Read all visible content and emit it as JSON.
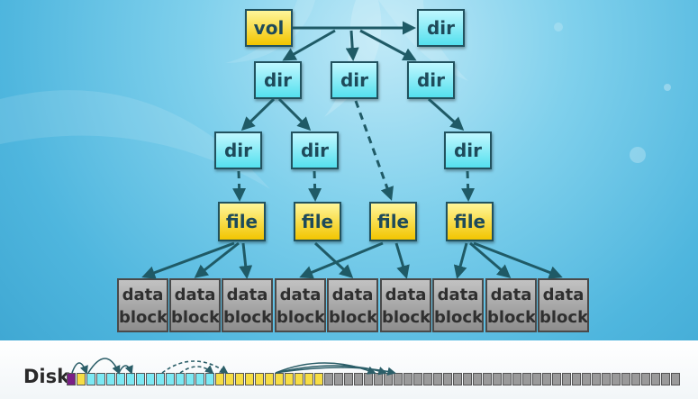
{
  "tree": {
    "vol": {
      "label": "vol"
    },
    "dirs": [
      {
        "label": "dir"
      },
      {
        "label": "dir"
      },
      {
        "label": "dir"
      },
      {
        "label": "dir"
      },
      {
        "label": "dir"
      },
      {
        "label": "dir"
      },
      {
        "label": "dir"
      }
    ],
    "files": [
      {
        "label": "file"
      },
      {
        "label": "file"
      },
      {
        "label": "file"
      },
      {
        "label": "file"
      }
    ]
  },
  "blocks": [
    {
      "line1": "data",
      "line2": "block"
    },
    {
      "line1": "data",
      "line2": "block"
    },
    {
      "line1": "data",
      "line2": "block"
    },
    {
      "line1": "data",
      "line2": "block"
    },
    {
      "line1": "data",
      "line2": "block"
    },
    {
      "line1": "data",
      "line2": "block"
    },
    {
      "line1": "data",
      "line2": "block"
    },
    {
      "line1": "data",
      "line2": "block"
    },
    {
      "line1": "data",
      "line2": "block"
    }
  ],
  "disk": {
    "label": "Disk",
    "cells": [
      "purple",
      "yellow",
      "cyan",
      "cyan",
      "cyan",
      "cyan",
      "cyan",
      "cyan",
      "cyan",
      "cyan",
      "cyan",
      "cyan",
      "cyan",
      "cyan",
      "cyan",
      "yellow",
      "yellow",
      "yellow",
      "yellow",
      "yellow",
      "yellow",
      "yellow",
      "yellow",
      "yellow",
      "yellow",
      "yellow",
      "gray",
      "gray",
      "gray",
      "gray",
      "gray",
      "gray",
      "gray",
      "gray",
      "gray",
      "gray",
      "gray",
      "gray",
      "gray",
      "gray",
      "gray",
      "gray",
      "gray",
      "gray",
      "gray",
      "gray",
      "gray",
      "gray",
      "gray",
      "gray",
      "gray",
      "gray",
      "gray",
      "gray",
      "gray",
      "gray",
      "gray",
      "gray",
      "gray",
      "gray",
      "gray",
      "gray"
    ]
  },
  "colors": {
    "dir": "#55e0ee",
    "file": "#f2c500",
    "vol": "#f2c500",
    "block": "#a8a8a8",
    "edge": "#1f5a66",
    "purple": "#7a1f86",
    "cyan": "#7de9f4",
    "yellow": "#f6dd45",
    "gray": "#9a9a9a"
  }
}
